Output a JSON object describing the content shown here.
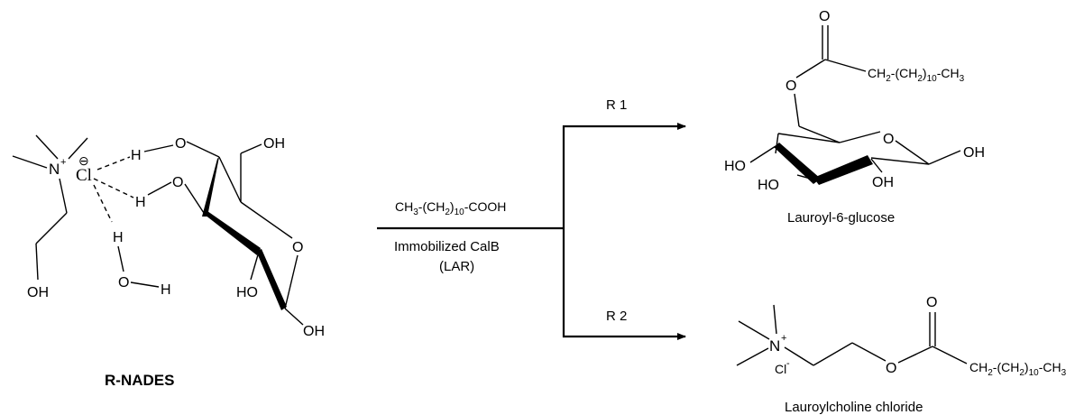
{
  "reactant": {
    "label": "R-NADES",
    "choline": {
      "nitrogen": "N",
      "nitrogen_charge": "+",
      "oh": "OH"
    },
    "chloride": {
      "symbol": "Cl",
      "charge": "⊖"
    },
    "hydrogen_bonds": {
      "h1": "H",
      "h2": "H",
      "h3": "H"
    },
    "water": {
      "h_top": "H",
      "o": "O",
      "h_right": "H"
    },
    "glucose": {
      "o_h1": "O",
      "o_h2": "O",
      "oh_ch2": "OH",
      "ring_o": "O",
      "oh_c2": "HO",
      "oh_c1": "OH"
    }
  },
  "reagents": {
    "acid_prefix": "CH",
    "acid_sub1": "3",
    "acid_mid": "-(CH",
    "acid_sub2": "2",
    "acid_close": ")",
    "acid_sub3": "10",
    "acid_suffix": "-COOH",
    "catalyst": "Immobilized CalB",
    "catalyst_abbr": "(LAR)"
  },
  "routes": {
    "r1": "R 1",
    "r2": "R 2"
  },
  "product1": {
    "name": "Lauroyl-6-glucose",
    "carbonyl_o": "O",
    "ester_o": "O",
    "ring_o": "O",
    "ho_left": "HO",
    "ho_bottom": "HO",
    "oh_bottom": "OH",
    "oh_right": "OH",
    "chain_a": "CH",
    "chain_sub1": "2",
    "chain_b": "-(CH",
    "chain_sub2": "2",
    "chain_c": ")",
    "chain_sub3": "10",
    "chain_d": "-CH",
    "chain_sub4": "3"
  },
  "product2": {
    "name": "Lauroylcholine chloride",
    "nitrogen": "N",
    "nitrogen_charge": "+",
    "chloride": "Cl",
    "chloride_charge": "-",
    "carbonyl_o": "O",
    "ester_o": "O",
    "chain_a": "CH",
    "chain_sub1": "2",
    "chain_b": "-(CH",
    "chain_sub2": "2",
    "chain_c": ")",
    "chain_sub3": "10",
    "chain_d": "-CH",
    "chain_sub4": "3"
  }
}
